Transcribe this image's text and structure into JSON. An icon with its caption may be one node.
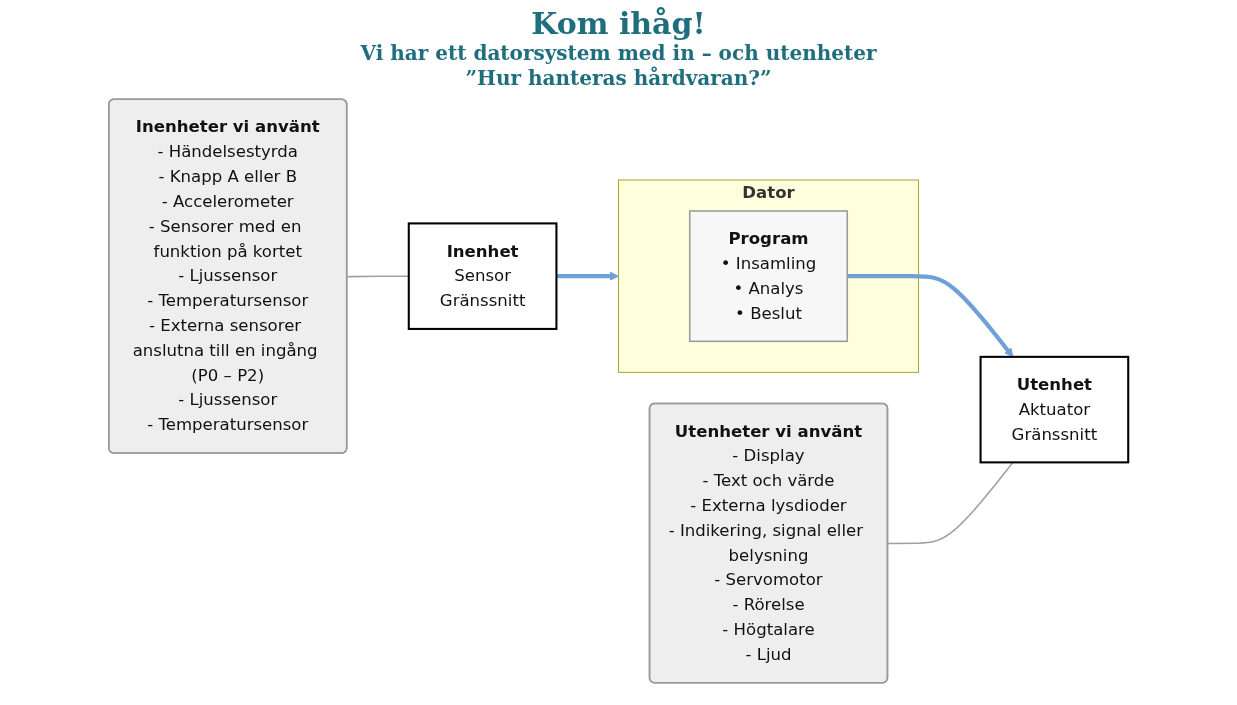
{
  "diagram": {
    "title": "Kom ihåg!",
    "nodes": [
      {
        "text": [
          "Inenheter vi använt",
          "- Händelsestyrda",
          "- Knapp A eller B",
          "- Accelerometer",
          "- Sensorer med en funktion på kortet",
          "- Ljussensor",
          "- Temperatursensor",
          "- Externa sensorer anslutna till en ingång (P0 – P2)",
          "- Ljussensor",
          "- Temperatursensor"
        ]
      },
      {
        "text": [
          "Utenheter vi använt",
          "- Display",
          "- Text och värde",
          "- Externa lysdioder",
          "- Indikering, signal eller belysning",
          "- Servomotor",
          "- Rörelse",
          "- Högtalare",
          "- Ljud"
        ]
      },
      {
        "text": [
          "Inenhet",
          "Sensor",
          "Gränssnitt"
        ]
      },
      {
        "text": [
          "Dator"
        ]
      },
      {
        "text": [
          "Program",
          "• Insamling",
          "• Analys",
          "• Beslut"
        ],
        "in": 3
      },
      {
        "text": [
          "Utenhet",
          "Aktuator",
          "Gränssnitt"
        ]
      }
    ],
    "edges": [
      {
        "from": 0,
        "to": 2,
        "arrow": "none",
        "color": "#a0a0a0"
      },
      {
        "from": 2,
        "to": 3,
        "arrow": "to",
        "style": "thick",
        "color": "#6fa0d8"
      },
      {
        "from": 4,
        "to": 5,
        "arrow": "to",
        "style": "thick",
        "color": "#6fa0d8"
      },
      {
        "from": 1,
        "to": 5,
        "arrow": "none",
        "color": "#a0a0a0"
      }
    ],
    "labels": [
      "Vi har ett datorsystem med in – och utenheter",
      "”Hur hanteras hårdvaran?”"
    ]
  }
}
